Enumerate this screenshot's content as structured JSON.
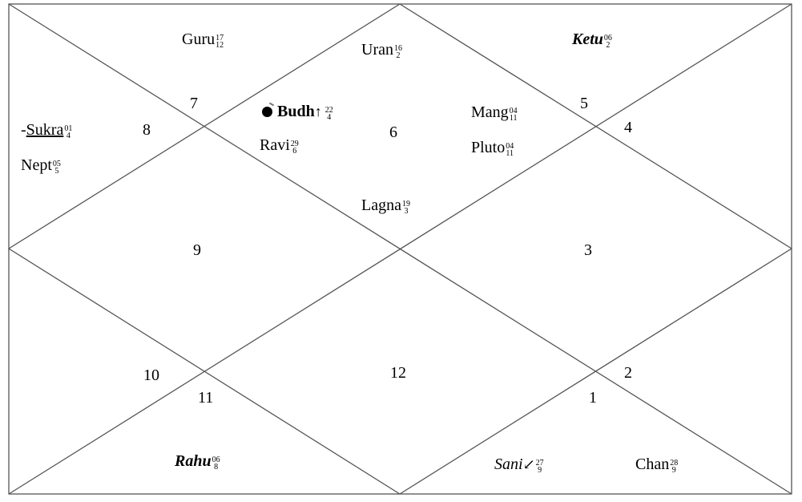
{
  "houses": {
    "h1": "1",
    "h2": "2",
    "h3": "3",
    "h4": "4",
    "h5": "5",
    "h6": "6",
    "h7": "7",
    "h8": "8",
    "h9": "9",
    "h10": "10",
    "h11": "11",
    "h12": "12"
  },
  "planets": {
    "guru": {
      "name": "Guru",
      "deg": "17",
      "sign": "12"
    },
    "uran": {
      "name": "Uran",
      "deg": "16",
      "sign": "2"
    },
    "ketu": {
      "name": "Ketu",
      "deg": "06",
      "sign": "2"
    },
    "budh": {
      "name": "Budh",
      "deg": "22",
      "sign": "4",
      "arrow": "↑"
    },
    "ravi": {
      "name": "Ravi",
      "deg": "29",
      "sign": "6"
    },
    "mang": {
      "name": "Mang",
      "deg": "04",
      "sign": "11"
    },
    "pluto": {
      "name": "Pluto",
      "deg": "04",
      "sign": "11"
    },
    "sukra": {
      "prefix": "-",
      "name": "Sukra",
      "deg": "01",
      "sign": "4"
    },
    "nept": {
      "name": "Nept",
      "deg": "05",
      "sign": "5"
    },
    "lagna": {
      "name": "Lagna",
      "deg": "19",
      "sign": "3"
    },
    "rahu": {
      "name": "Rahu",
      "deg": "06",
      "sign": "8"
    },
    "sani": {
      "name": "Sani",
      "deg": "27",
      "sign": "9",
      "arrow": "↙"
    },
    "chan": {
      "name": "Chan",
      "deg": "28",
      "sign": "9"
    }
  },
  "colors": {
    "line": "#555555",
    "text": "#000000",
    "background": "#ffffff"
  }
}
